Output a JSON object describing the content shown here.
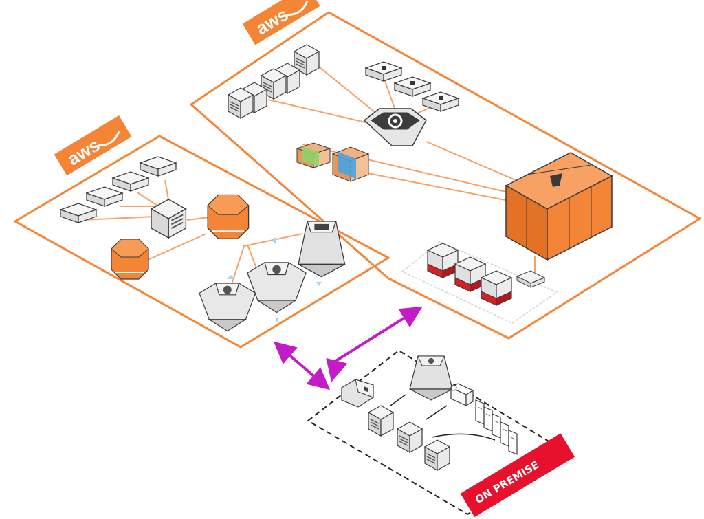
{
  "colors": {
    "aws_orange": "#f58536",
    "link_orange": "#f7a264",
    "connector_magenta": "#c41bc8",
    "premise_red": "#e8112d",
    "box_gray": "#e4e4e4",
    "box_line": "#3a3a3a",
    "oracle_red": "#d5202a"
  },
  "regions": {
    "aws_top": {
      "logo_text": "aws",
      "logo_icon": "aws-smile-icon"
    },
    "aws_left": {
      "logo_text": "aws",
      "logo_icon": "aws-smile-icon"
    },
    "on_premise": {
      "label": "ON PREMISE"
    }
  },
  "connectors": [
    {
      "name": "aws-left-to-on-premise",
      "style": "bidirectional-arrow",
      "color": "magenta"
    },
    {
      "name": "aws-top-to-on-premise",
      "style": "bidirectional-arrow",
      "color": "magenta"
    }
  ]
}
